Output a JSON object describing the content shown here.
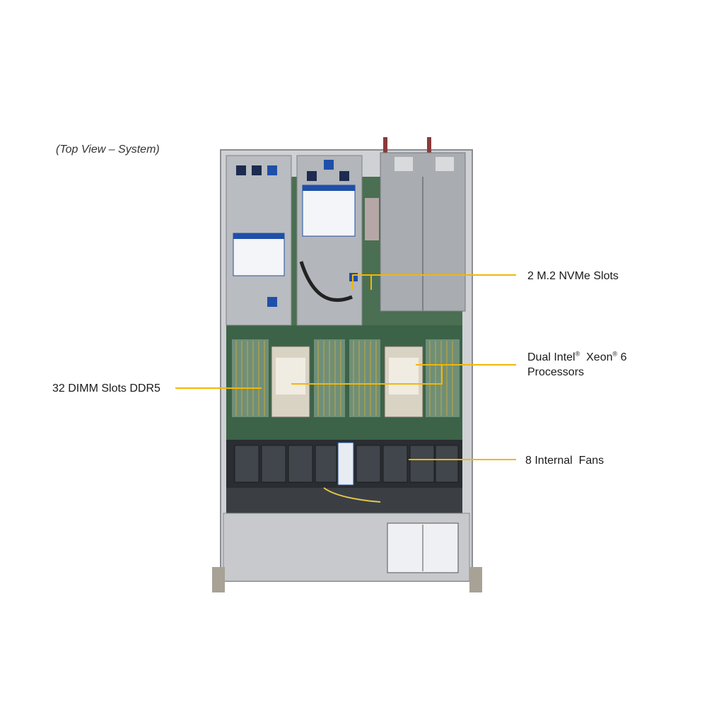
{
  "caption": "(Top View – System)",
  "callouts": {
    "m2": {
      "text": "2 M.2 NVMe Slots"
    },
    "cpu": {
      "line1_a": "Dual Intel",
      "line1_b": "Xeon",
      "line1_c": "6",
      "sup": "®",
      "line2": "Processors"
    },
    "dimm": {
      "text": "32 DIMM Slots DDR5"
    },
    "fans": {
      "text": "8 Internal  Fans"
    }
  },
  "colors": {
    "leader": "#f2b705",
    "chassis": "#c9cbce",
    "board": "#3f6b4a",
    "riser_blue": "#1f4fa8"
  }
}
